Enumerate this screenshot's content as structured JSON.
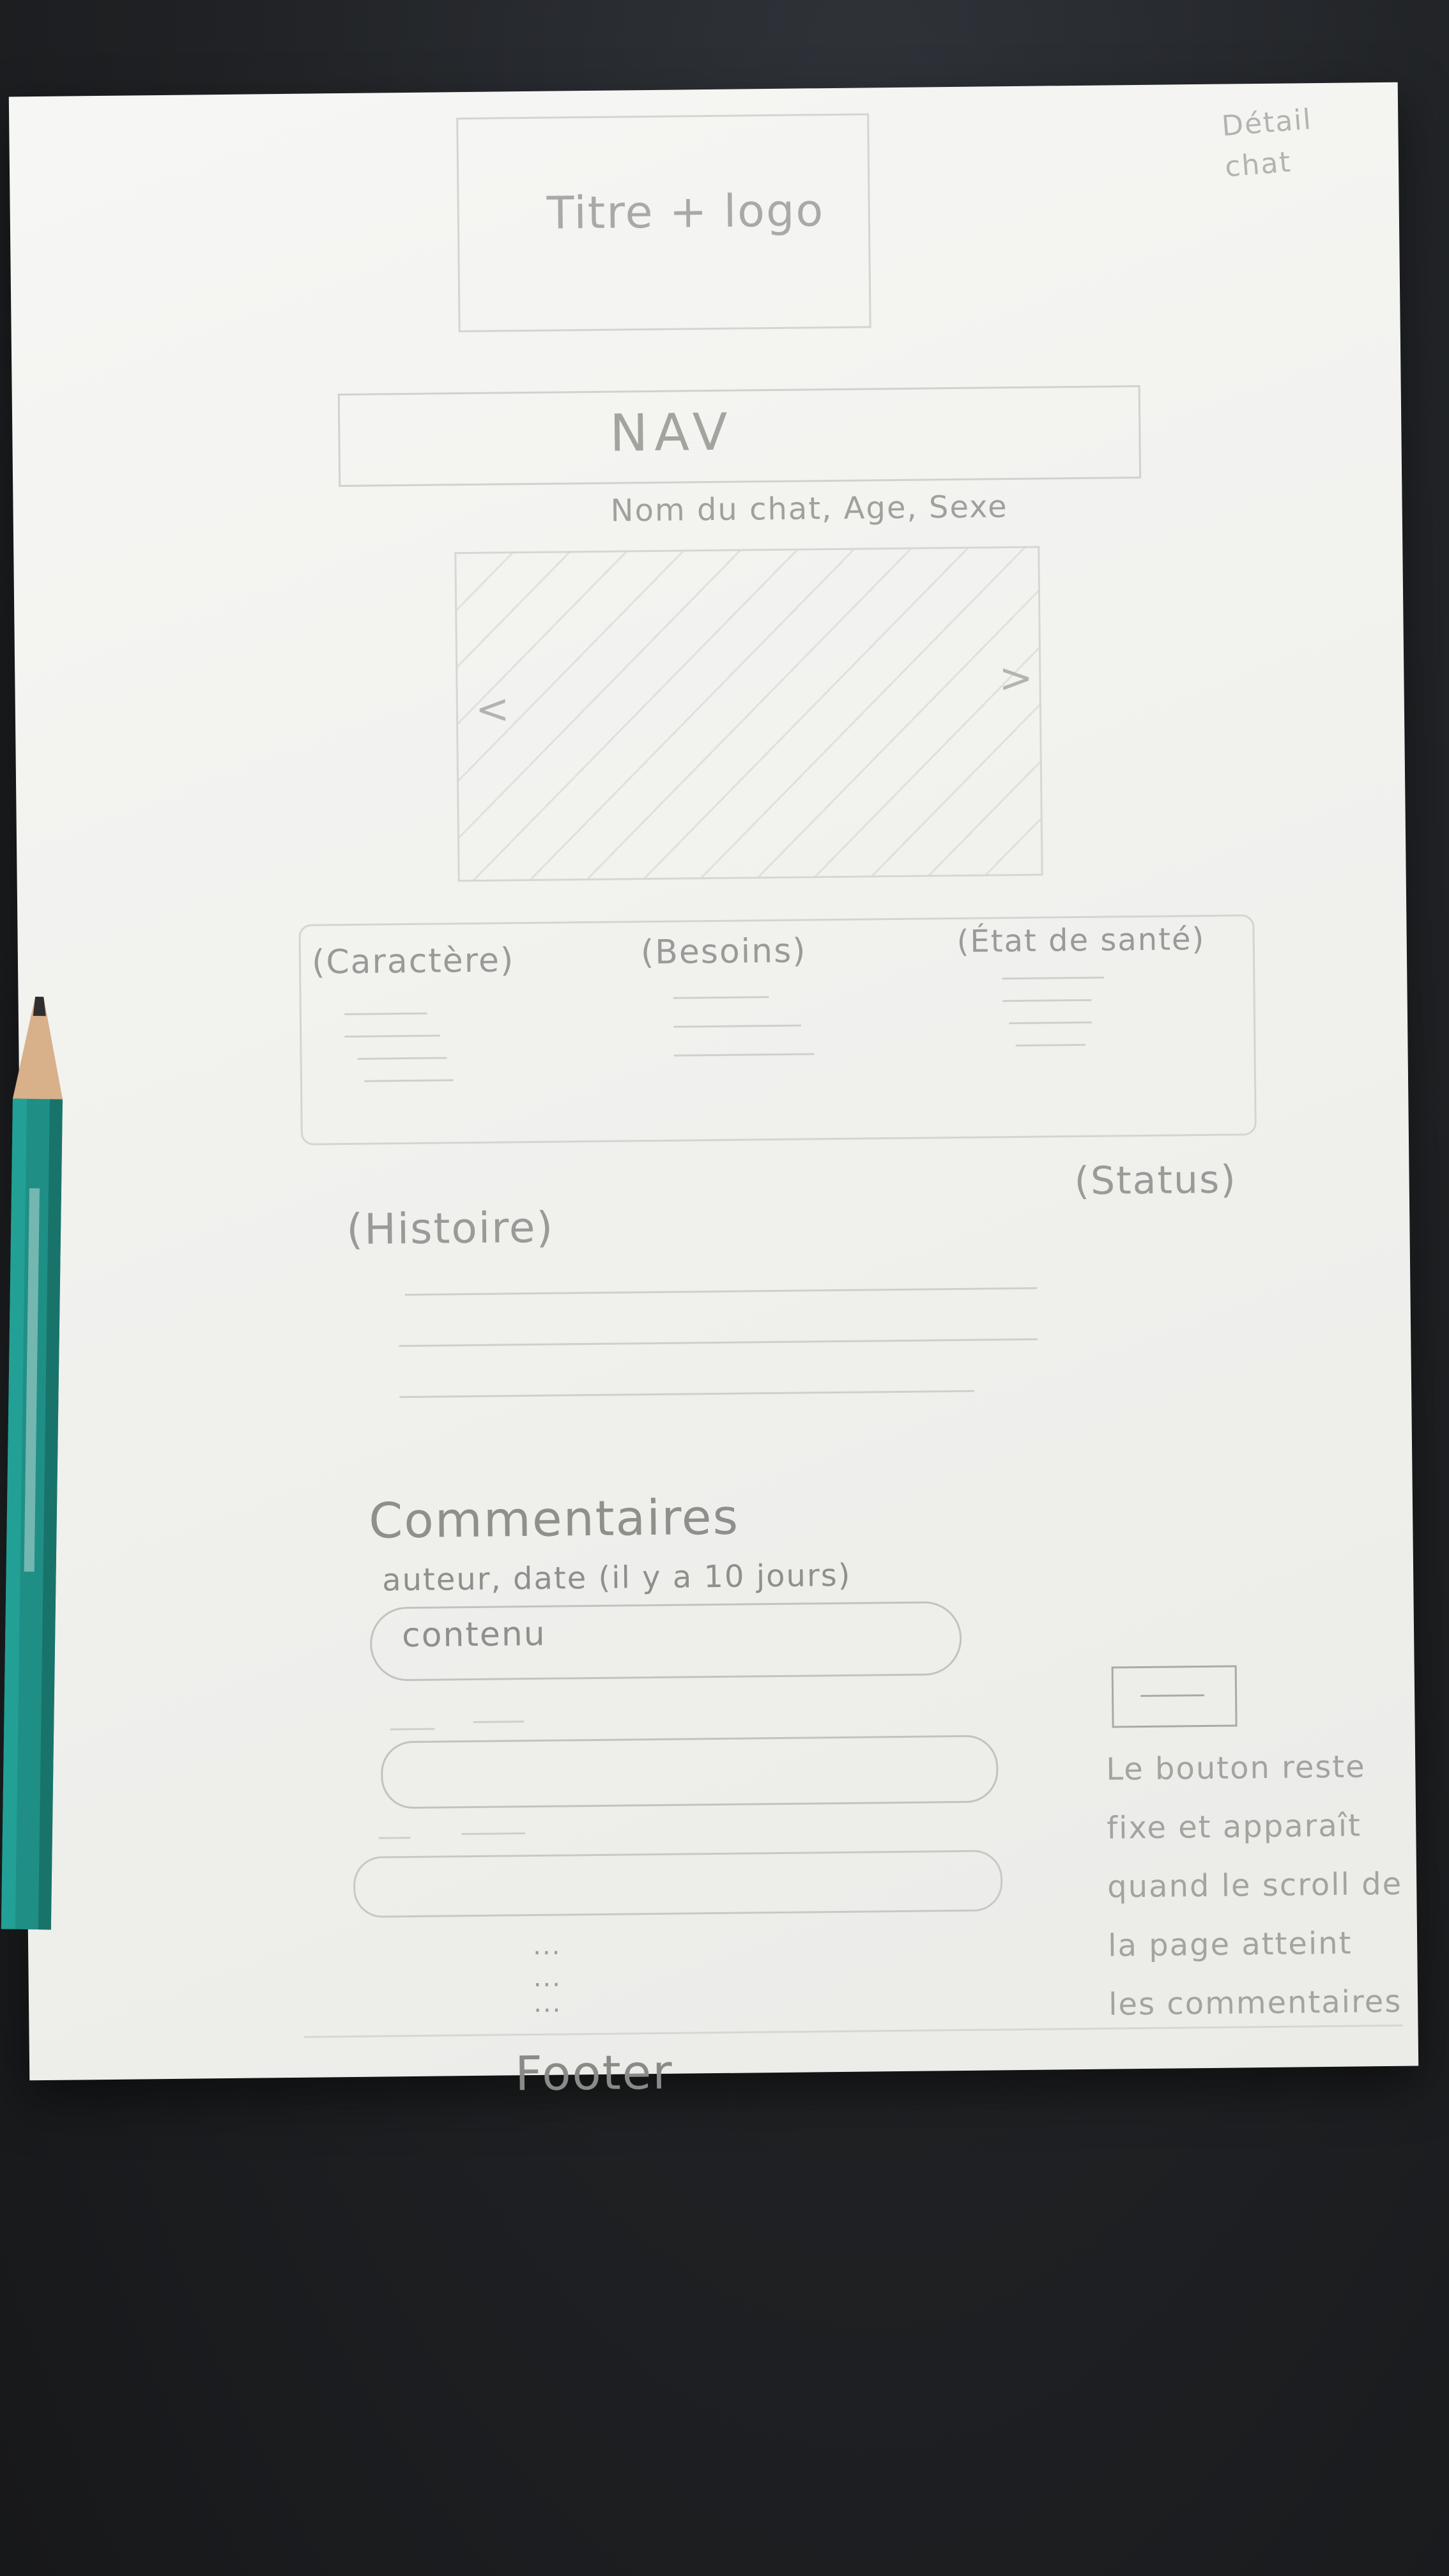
{
  "sketch": {
    "page_label": "Détail\nchat",
    "header": "Titre + logo",
    "nav": "NAV",
    "cat_info": "Nom du chat, Age, Sexe",
    "carousel": {
      "prev": "<",
      "next": ">"
    },
    "sections": [
      "(Caractère)",
      "(Besoins)",
      "(État de santé)"
    ],
    "status": "(Status)",
    "history": "(Histoire)",
    "comments_title": "Commentaires",
    "comment_meta": "auteur, date (il y a 10 jours)",
    "comment_content": "contenu",
    "ellipsis": "...",
    "footer": "Footer",
    "note": "Le bouton reste fixe et apparaît quand le scroll de la page atteint les commentaires"
  },
  "colors": {
    "paper": "#f2f2ef",
    "pencil_mark": "#9a9a98",
    "pencil_body": "#1f8f86",
    "background": "#222427"
  }
}
